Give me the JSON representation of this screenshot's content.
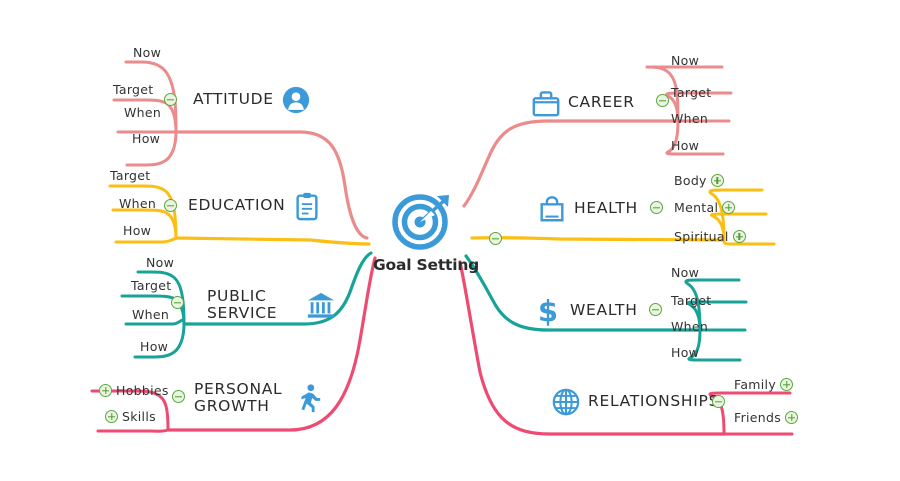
{
  "title": "Goal Setting Mind Map",
  "center": {
    "label": "Goal Setting",
    "icon": "target-bullseye-icon",
    "icon_color": "#3d9ad8"
  },
  "palette": {
    "salmon": "#ec8b8b",
    "gold": "#fbbe12",
    "teal": "#17a398",
    "pink": "#ee4a72",
    "icon_blue": "#3d9ad8",
    "toggle_green": "#5aa83c",
    "toggle_fill": "#e9f5e0",
    "text": "#2b2b2b"
  },
  "branches": [
    {
      "id": "attitude",
      "label": "ATTITUDE",
      "icon": "person-avatar-icon",
      "color": "#ec8b8b",
      "side": "left",
      "toggle": "minus",
      "children": [
        {
          "label": "Now",
          "toggle": null
        },
        {
          "label": "Target",
          "toggle": null
        },
        {
          "label": "When",
          "toggle": null
        },
        {
          "label": "How",
          "toggle": null
        }
      ]
    },
    {
      "id": "education",
      "label": "EDUCATION",
      "icon": "clipboard-icon",
      "color": "#fbbe12",
      "side": "left",
      "toggle": "minus",
      "children": [
        {
          "label": "Target",
          "toggle": null
        },
        {
          "label": "When",
          "toggle": null
        },
        {
          "label": "How",
          "toggle": null
        }
      ]
    },
    {
      "id": "public-service",
      "label": "PUBLIC SERVICE",
      "icon": "bank-building-icon",
      "color": "#17a398",
      "side": "left",
      "toggle": "minus",
      "children": [
        {
          "label": "Now",
          "toggle": null
        },
        {
          "label": "Target",
          "toggle": null
        },
        {
          "label": "When",
          "toggle": null
        },
        {
          "label": "How",
          "toggle": null
        }
      ]
    },
    {
      "id": "personal-growth",
      "label": "PERSONAL GROWTH",
      "icon": "walking-person-icon",
      "color": "#ee4a72",
      "side": "left",
      "toggle": "minus",
      "children": [
        {
          "label": "Hobbies",
          "toggle": "plus"
        },
        {
          "label": "Skills",
          "toggle": "plus"
        }
      ]
    },
    {
      "id": "career",
      "label": "CAREER",
      "icon": "briefcase-icon",
      "color": "#ec8b8b",
      "side": "right",
      "toggle": "minus",
      "children": [
        {
          "label": "Now",
          "toggle": null
        },
        {
          "label": "Target",
          "toggle": null
        },
        {
          "label": "When",
          "toggle": null
        },
        {
          "label": "How",
          "toggle": null
        }
      ]
    },
    {
      "id": "health",
      "label": "HEALTH",
      "icon": "shopping-bag-icon",
      "color": "#fbbe12",
      "side": "right",
      "toggle": "minus",
      "children": [
        {
          "label": "Body",
          "toggle": "plus"
        },
        {
          "label": "Mental",
          "toggle": "plus"
        },
        {
          "label": "Spiritual",
          "toggle": "plus"
        }
      ]
    },
    {
      "id": "wealth",
      "label": "WEALTH",
      "icon": "dollar-sign-icon",
      "color": "#17a398",
      "side": "right",
      "toggle": "minus",
      "children": [
        {
          "label": "Now",
          "toggle": null
        },
        {
          "label": "Target",
          "toggle": null
        },
        {
          "label": "When",
          "toggle": null
        },
        {
          "label": "How",
          "toggle": null
        }
      ]
    },
    {
      "id": "relationships",
      "label": "RELATIONSHIPS",
      "icon": "globe-icon",
      "color": "#ee4a72",
      "side": "right",
      "toggle": "minus",
      "children": [
        {
          "label": "Family",
          "toggle": "plus"
        },
        {
          "label": "Friends",
          "toggle": "plus"
        }
      ]
    }
  ]
}
